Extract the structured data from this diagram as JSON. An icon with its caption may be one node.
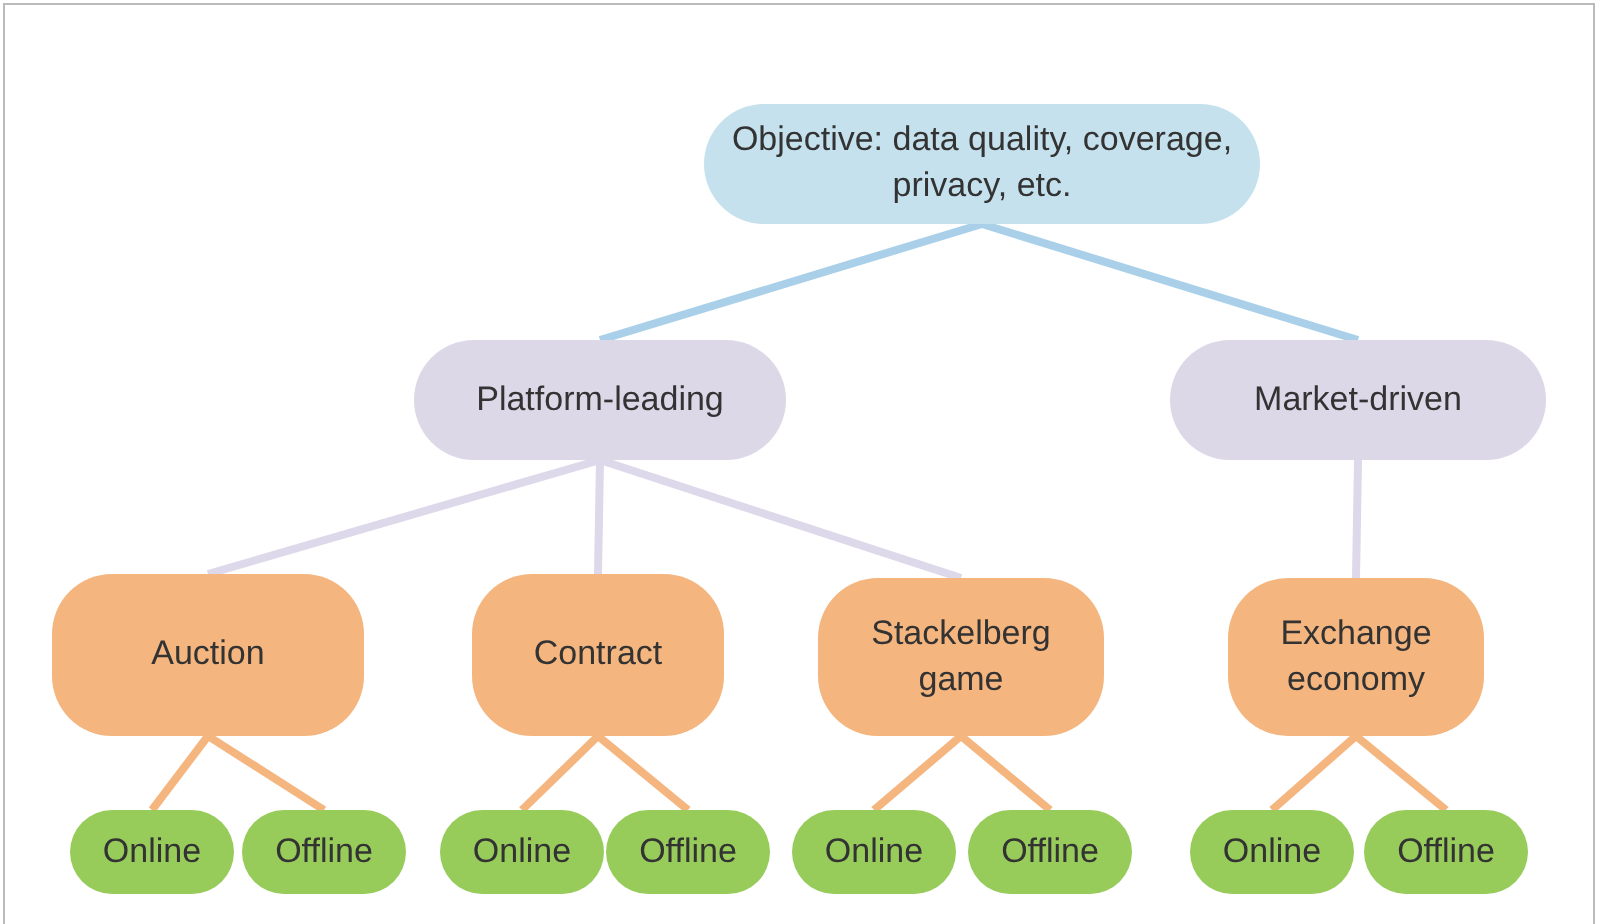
{
  "diagram": {
    "nodes": [
      {
        "text": [
          "Objective: data quality, coverage, privacy, etc."
        ]
      },
      {
        "text": [
          "Platform-leading"
        ]
      },
      {
        "text": [
          "Market-driven"
        ]
      },
      {
        "text": [
          "Auction"
        ]
      },
      {
        "text": [
          "Contract"
        ]
      },
      {
        "text": [
          "Stackelberg game"
        ]
      },
      {
        "text": [
          "Exchange economy"
        ]
      },
      {
        "text": [
          "Online"
        ]
      },
      {
        "text": [
          "Offline"
        ]
      },
      {
        "text": [
          "Online"
        ]
      },
      {
        "text": [
          "Offline"
        ]
      },
      {
        "text": [
          "Online"
        ]
      },
      {
        "text": [
          "Offline"
        ]
      },
      {
        "text": [
          "Online"
        ]
      },
      {
        "text": [
          "Offline"
        ]
      }
    ],
    "edges": [
      {
        "from": 0,
        "to": 1,
        "arrow": "none",
        "color": "#a9d0e8"
      },
      {
        "from": 0,
        "to": 2,
        "arrow": "none",
        "color": "#a9d0e8"
      },
      {
        "from": 1,
        "to": 3,
        "arrow": "none",
        "color": "#ddd8ea"
      },
      {
        "from": 1,
        "to": 4,
        "arrow": "none",
        "color": "#ddd8ea"
      },
      {
        "from": 1,
        "to": 5,
        "arrow": "none",
        "color": "#ddd8ea"
      },
      {
        "from": 2,
        "to": 6,
        "arrow": "none",
        "color": "#ddd8ea"
      },
      {
        "from": 3,
        "to": 7,
        "arrow": "none"
      },
      {
        "from": 3,
        "to": 8,
        "arrow": "none"
      },
      {
        "from": 4,
        "to": 9,
        "arrow": "none"
      },
      {
        "from": 4,
        "to": 10,
        "arrow": "none"
      },
      {
        "from": 5,
        "to": 11,
        "arrow": "none"
      },
      {
        "from": 5,
        "to": 12,
        "arrow": "none"
      },
      {
        "from": 6,
        "to": 13,
        "arrow": "none"
      },
      {
        "from": 6,
        "to": 14,
        "arrow": "none"
      }
    ]
  }
}
